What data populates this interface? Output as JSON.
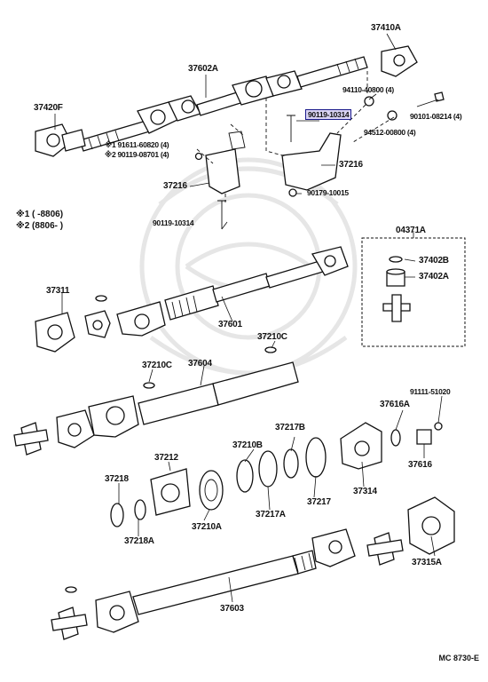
{
  "labels": {
    "l37410A": "37410A",
    "l37602A": "37602A",
    "l37420F": "37420F",
    "l94110": "94110-40800 (4)",
    "l90119a": "90119-10314",
    "l90101": "90101-08214 (4)",
    "l94512": "94512-00800 (4)",
    "l91611": "※1 91611-60820 (4)",
    "l90119b": "※2 90119-08701 (4)",
    "l37216a": "37216",
    "l37216b": "37216",
    "l90179": "90179-10015",
    "l90119c": "90119-10314",
    "l04371A": "04371A",
    "l37402B": "37402B",
    "l37402A": "37402A",
    "l37311": "37311",
    "l37601": "37601",
    "l37210C1": "37210C",
    "l37210C2": "37210C",
    "l37604": "37604",
    "l91111": "91111-51020",
    "l37616A": "37616A",
    "l37616": "37616",
    "l37217B": "37217B",
    "l37210B": "37210B",
    "l37212": "37212",
    "l37218": "37218",
    "l37218A": "37218A",
    "l37210A": "37210A",
    "l37217A": "37217A",
    "l37217": "37217",
    "l37314": "37314",
    "l37315A": "37315A",
    "l37603": "37603"
  },
  "notes": {
    "n1": "※1 (      -8806)",
    "n2": "※2 (8806-        )"
  },
  "footer": "MC  8730-E",
  "highlighted_part": "90119-10314"
}
